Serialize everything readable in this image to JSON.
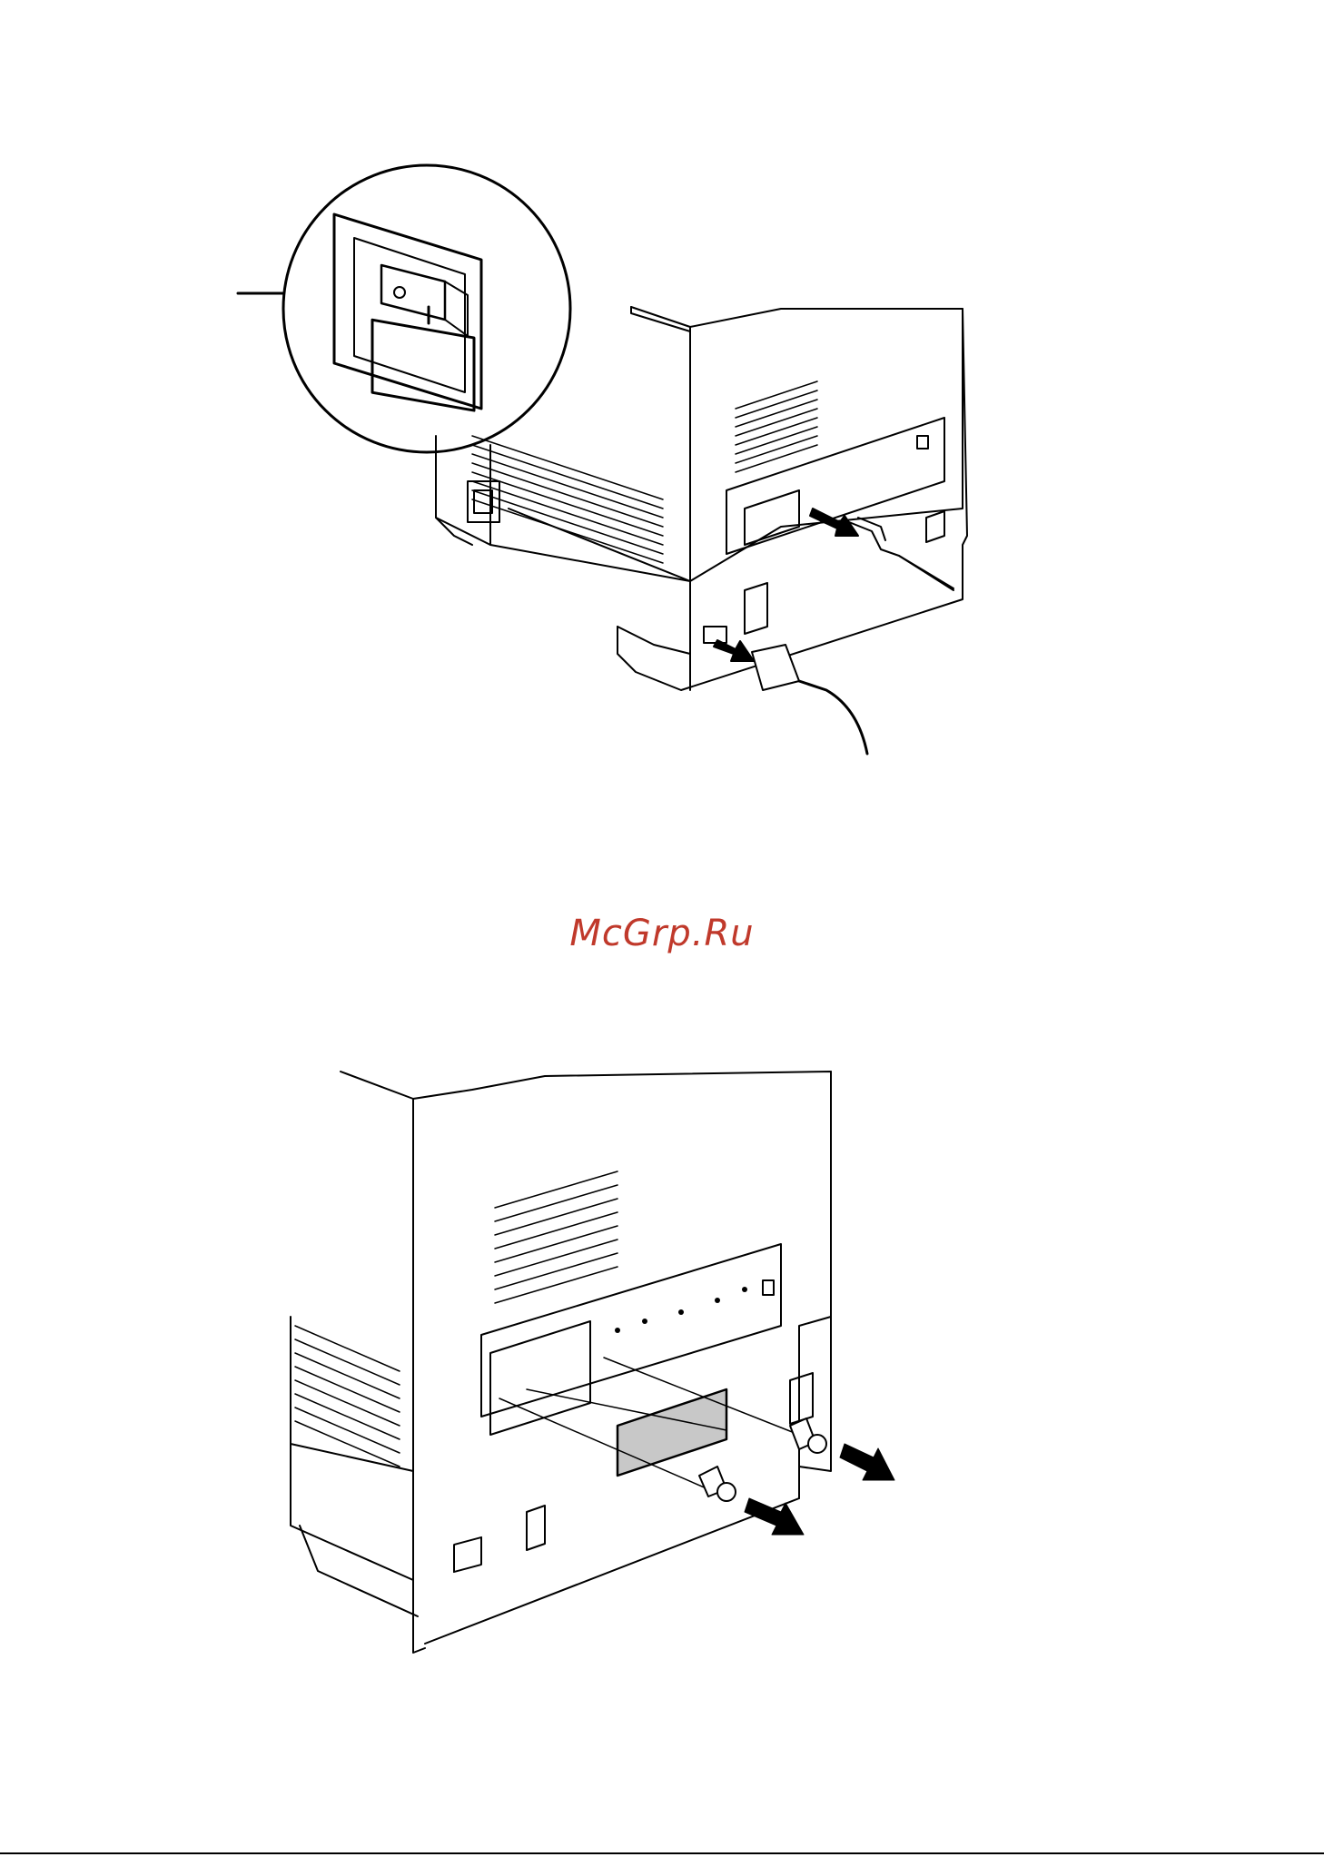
{
  "watermark": {
    "text": "McGrp.Ru",
    "color": "#c0392b"
  },
  "colors": {
    "line": "#000000",
    "panel_fill": "#c8c8c8",
    "background": "#ffffff"
  },
  "figures": [
    {
      "id": "figure-1",
      "icons": [
        "power-switch-icon",
        "power-cable-icon",
        "interface-cable-icon",
        "pull-arrow-icon"
      ]
    },
    {
      "id": "figure-2",
      "icons": [
        "slot-cover-icon",
        "screw-icon",
        "pull-arrow-icon"
      ]
    }
  ]
}
